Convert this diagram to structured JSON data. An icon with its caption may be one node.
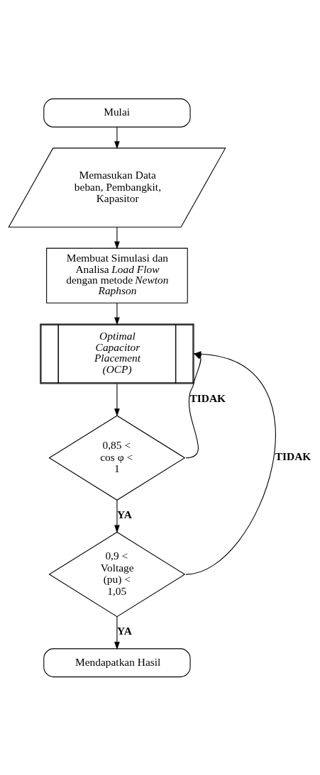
{
  "diagram": {
    "nodes": [
      {
        "text": [
          "Mulai"
        ]
      },
      {
        "text": [
          "Memasukan Data beban, Pembangkit, Kapasitor"
        ]
      },
      {
        "text": [
          "Membuat Simulasi dan Analisa *Load Flow* dengan metode *Newton Raphson*"
        ]
      },
      {
        "text": [
          "Optimal Capacitor Placement (OCP)"
        ]
      },
      {
        "text": [
          "0,85 < cos φ < 1"
        ]
      },
      {
        "text": [
          "0,9 < Voltage (pu) < 1,05"
        ]
      },
      {
        "text": [
          "Mendapatkan Hasil"
        ]
      }
    ],
    "edges": [
      {
        "from": 0,
        "to": 1,
        "arrow": "to"
      },
      {
        "from": 1,
        "to": 2,
        "arrow": "to"
      },
      {
        "from": 2,
        "to": 3,
        "arrow": "to"
      },
      {
        "from": 3,
        "to": 4,
        "arrow": "to"
      },
      {
        "from": 4,
        "to": 3,
        "arrow": "to",
        "label": "TIDAK"
      },
      {
        "from": 4,
        "to": 5,
        "arrow": "to",
        "label": "YA"
      },
      {
        "from": 5,
        "to": 3,
        "arrow": "to",
        "label": "TIDAK"
      },
      {
        "from": 5,
        "to": 6,
        "arrow": "to",
        "label": "YA"
      }
    ]
  }
}
